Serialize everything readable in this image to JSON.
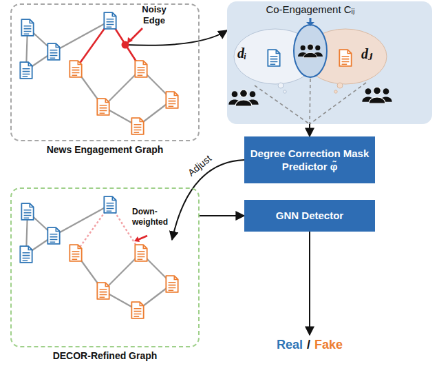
{
  "diagram": {
    "nodes": [
      {
        "text": [
          "News Engagement Graph"
        ]
      },
      {
        "text": [
          "Co-Engagement Cᵢⱼ"
        ]
      },
      {
        "text": [
          "Degree Correction Mask Predictor φ̃"
        ]
      },
      {
        "text": [
          "DECOR-Refined Graph"
        ]
      },
      {
        "text": [
          "GNN Detector"
        ]
      }
    ],
    "edges": [
      {
        "from": 0,
        "to": 1,
        "arrow": "to"
      },
      {
        "from": 1,
        "to": 2,
        "arrow": "to"
      },
      {
        "from": 2,
        "to": 3,
        "arrow": "to",
        "label": "Adjust"
      },
      {
        "from": 3,
        "to": 4,
        "arrow": "to"
      }
    ],
    "labels": [
      "Noisy Edge",
      "dᵢ",
      "dⱼ",
      "Down-weighted",
      "Real",
      "/",
      "Fake"
    ]
  }
}
